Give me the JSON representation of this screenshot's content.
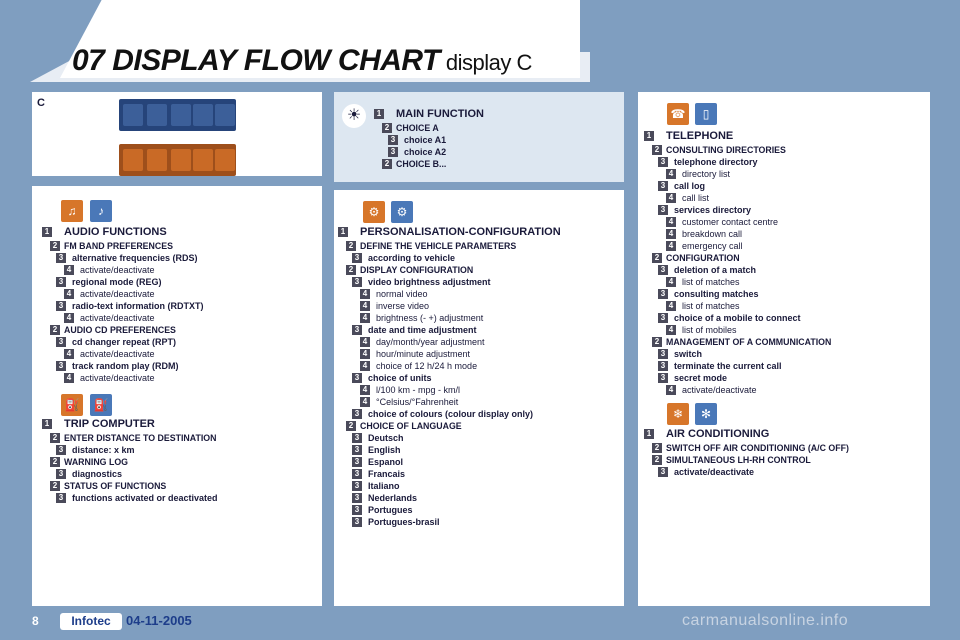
{
  "page": {
    "title": "07 DISPLAY FLOW CHART",
    "subtitle": "display C",
    "corner_label": "C",
    "page_number": "8",
    "footer_brand": "Infotec",
    "footer_date": "04-11-2005",
    "watermark": "carmanualsonline.info"
  },
  "main_function": {
    "items": [
      {
        "level": "1",
        "text": "MAIN FUNCTION"
      },
      {
        "level": "2",
        "text": "CHOICE A"
      },
      {
        "level": "3",
        "text": "choice A1"
      },
      {
        "level": "3",
        "text": "choice A2"
      },
      {
        "level": "2",
        "text": "CHOICE B..."
      }
    ]
  },
  "audio": {
    "items": [
      {
        "level": "1",
        "text": "AUDIO FUNCTIONS"
      },
      {
        "level": "2",
        "text": "FM BAND PREFERENCES"
      },
      {
        "level": "3",
        "text": "alternative frequencies (RDS)"
      },
      {
        "level": "4",
        "text": "activate/deactivate"
      },
      {
        "level": "3",
        "text": "regional mode (REG)"
      },
      {
        "level": "4",
        "text": "activate/deactivate"
      },
      {
        "level": "3",
        "text": " radio-text information (RDTXT)"
      },
      {
        "level": "4",
        "text": "activate/deactivate"
      },
      {
        "level": "2",
        "text": " AUDIO CD PREFERENCES"
      },
      {
        "level": "3",
        "text": "cd changer repeat (RPT)"
      },
      {
        "level": "4",
        "text": "activate/deactivate"
      },
      {
        "level": "3",
        "text": " track random play (RDM)"
      },
      {
        "level": "4",
        "text": "activate/deactivate"
      }
    ]
  },
  "trip": {
    "items": [
      {
        "level": "1",
        "text": "TRIP COMPUTER"
      },
      {
        "level": "2",
        "text": "ENTER DISTANCE TO DESTINATION"
      },
      {
        "level": "3",
        "text": "distance: x km"
      },
      {
        "level": "2",
        "text": "WARNING LOG"
      },
      {
        "level": "3",
        "text": "diagnostics"
      },
      {
        "level": "2",
        "text": "STATUS OF FUNCTIONS"
      },
      {
        "level": "3",
        "text": "functions activated or deactivated"
      }
    ]
  },
  "personalisation": {
    "items": [
      {
        "level": "1",
        "text": "PERSONALISATION-CONFIGURATION"
      },
      {
        "level": "2",
        "text": "DEFINE THE VEHICLE PARAMETERS"
      },
      {
        "level": "3",
        "text": "according to vehicle"
      },
      {
        "level": "2",
        "text": "DISPLAY CONFIGURATION"
      },
      {
        "level": "3",
        "text": "video brightness adjustment"
      },
      {
        "level": "4",
        "text": "normal video"
      },
      {
        "level": "4",
        "text": "inverse video"
      },
      {
        "level": "4",
        "text": "brightness (- +) adjustment"
      },
      {
        "level": "3",
        "text": "date and time adjustment"
      },
      {
        "level": "4",
        "text": "day/month/year adjustment"
      },
      {
        "level": "4",
        "text": "hour/minute adjustment"
      },
      {
        "level": "4",
        "text": "choice of 12 h/24 h mode"
      },
      {
        "level": "3",
        "text": "choice of units"
      },
      {
        "level": "4",
        "text": "l/100  km - mpg - km/l"
      },
      {
        "level": "4",
        "text": "°Celsius/°Fahrenheit"
      },
      {
        "level": "3",
        "text": "choice of colours (colour display only)"
      },
      {
        "level": "2",
        "text": "CHOICE OF LANGUAGE"
      },
      {
        "level": "3",
        "text": "Deutsch"
      },
      {
        "level": "3",
        "text": "English"
      },
      {
        "level": "3",
        "text": "Espanol"
      },
      {
        "level": "3",
        "text": "Francais"
      },
      {
        "level": "3",
        "text": "Italiano"
      },
      {
        "level": "3",
        "text": "Nederlands"
      },
      {
        "level": "3",
        "text": "Portugues"
      },
      {
        "level": "3",
        "text": "Portugues-brasil"
      }
    ]
  },
  "telephone": {
    "items": [
      {
        "level": "1",
        "text": "TELEPHONE"
      },
      {
        "level": "2",
        "text": "CONSULTING DIRECTORIES"
      },
      {
        "level": "3",
        "text": "telephone directory"
      },
      {
        "level": "4",
        "text": "directory list"
      },
      {
        "level": "3",
        "text": "call log"
      },
      {
        "level": "4",
        "text": "call list"
      },
      {
        "level": "3",
        "text": "services directory"
      },
      {
        "level": "4",
        "text": "customer contact centre"
      },
      {
        "level": "4",
        "text": "breakdown call"
      },
      {
        "level": "4",
        "text": "emergency call"
      },
      {
        "level": "2",
        "text": "CONFIGURATION"
      },
      {
        "level": "3",
        "text": "deletion of a match"
      },
      {
        "level": "4",
        "text": "list of matches"
      },
      {
        "level": "3",
        "text": "consulting matches"
      },
      {
        "level": "4",
        "text": "list of matches"
      },
      {
        "level": "3",
        "text": "choice of a mobile to connect"
      },
      {
        "level": "4",
        "text": "list of mobiles"
      },
      {
        "level": "2",
        "text": "MANAGEMENT OF A COMMUNICATION"
      },
      {
        "level": "3",
        "text": "switch"
      },
      {
        "level": "3",
        "text": "terminate the current call"
      },
      {
        "level": "3",
        "text": "secret mode"
      },
      {
        "level": "4",
        "text": "activate/deactivate"
      }
    ]
  },
  "aircon": {
    "items": [
      {
        "level": "1",
        "text": "AIR CONDITIONING"
      },
      {
        "level": "2",
        "text": "SWITCH OFF AIR CONDITIONING (A/C OFF)"
      },
      {
        "level": "2",
        "text": "SIMULTANEOUS LH-RH CONTROL"
      },
      {
        "level": "3",
        "text": "activate/deactivate"
      }
    ]
  }
}
